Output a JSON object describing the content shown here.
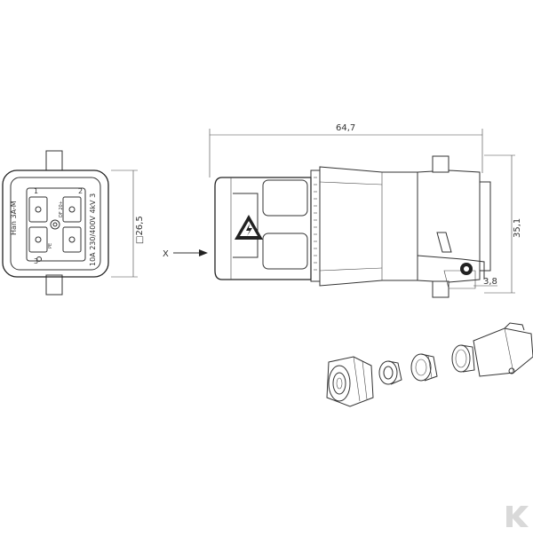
{
  "front_view": {
    "connector_name": "Han 3A-M",
    "rating": "10A 230/400V 4kV 3",
    "pins": [
      "1",
      "2",
      "3"
    ],
    "micro_text_1": "PE",
    "micro_text_2": "DF 20+"
  },
  "dimensions": {
    "height_front": "□26,5",
    "overall_length": "64,7",
    "side_height": "35,1",
    "offset": "3,8"
  },
  "view_marker": "X",
  "warning_symbol": "high-voltage-warning-icon",
  "logo_icon": "kramp-k-logo-icon",
  "colors": {
    "line": "#333333",
    "logo": "#d9d9d9"
  }
}
